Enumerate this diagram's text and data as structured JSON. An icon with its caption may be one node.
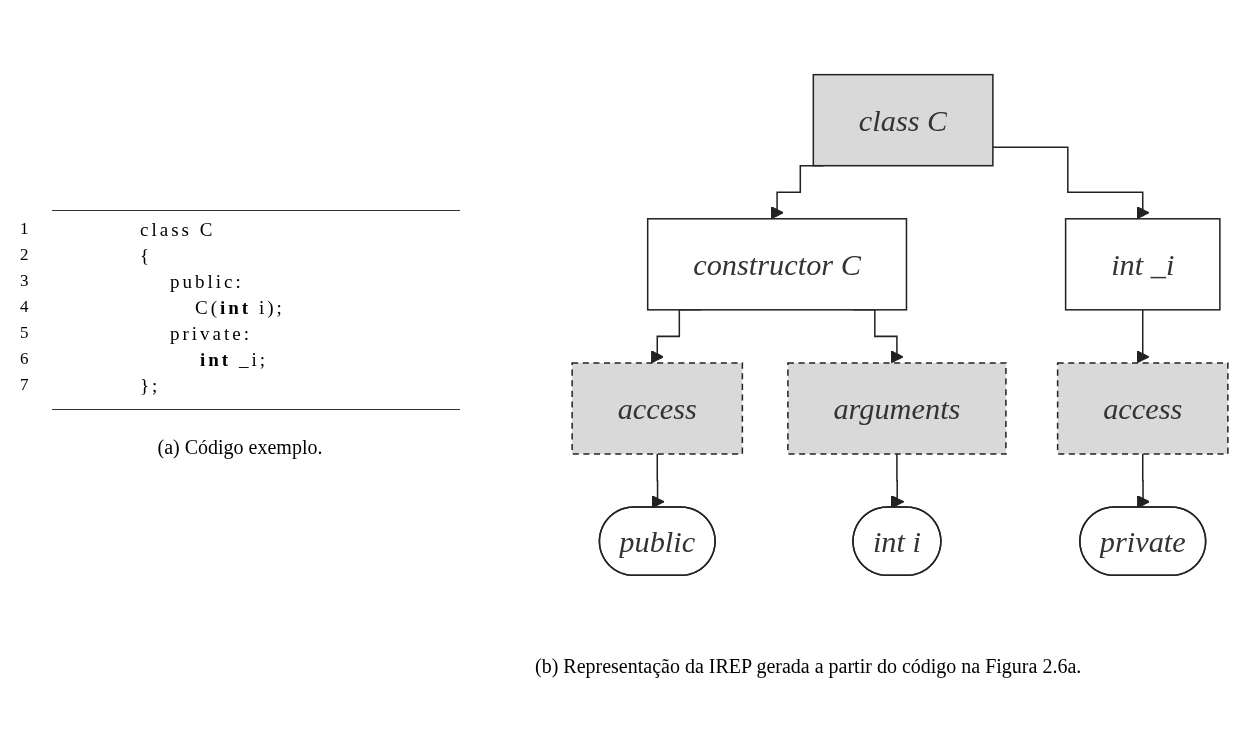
{
  "diagram": {
    "nodes": [
      {
        "text": [
          "class C"
        ]
      },
      {
        "text": [
          "constructor C"
        ]
      },
      {
        "text": [
          "access"
        ]
      },
      {
        "text": [
          "public"
        ]
      },
      {
        "text": [
          "arguments"
        ]
      },
      {
        "text": [
          "int i"
        ]
      },
      {
        "text": [
          "int _i"
        ]
      },
      {
        "text": [
          "access"
        ]
      },
      {
        "text": [
          "private"
        ]
      }
    ],
    "edges": [
      {
        "from": 0,
        "to": 1,
        "arrow": "to"
      },
      {
        "from": 1,
        "to": 2,
        "arrow": "to"
      },
      {
        "from": 2,
        "to": 3,
        "arrow": "to"
      },
      {
        "from": 1,
        "to": 4,
        "arrow": "to"
      },
      {
        "from": 4,
        "to": 5,
        "arrow": "to"
      },
      {
        "from": 0,
        "to": 6,
        "arrow": "to"
      },
      {
        "from": 6,
        "to": 7,
        "arrow": "to"
      },
      {
        "from": 7,
        "to": 8,
        "arrow": "to"
      }
    ],
    "labels": [
      "1",
      "class C",
      "2",
      "{",
      "3",
      "public:",
      "4",
      "C(**int** i);",
      "5",
      "private:",
      "6",
      "**int** _i;",
      "7",
      "};",
      "(a) Código exemplo.",
      "(b) Representação da IREP gerada a partir do código na Figura 2.6a."
    ]
  }
}
